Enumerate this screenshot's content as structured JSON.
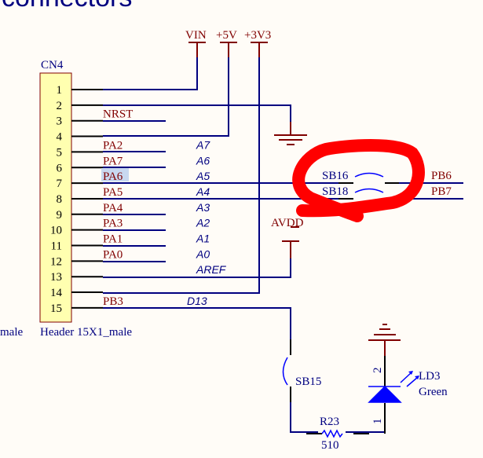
{
  "title": "connectors",
  "connector": {
    "ref": "CN4",
    "value": "Header 15X1_male",
    "left_cutoff_label": "male",
    "pins": [
      "1",
      "2",
      "3",
      "4",
      "5",
      "6",
      "7",
      "8",
      "9",
      "10",
      "11",
      "12",
      "13",
      "14",
      "15"
    ]
  },
  "power_nets": {
    "vin": "VIN",
    "v5": "+5V",
    "v3v3": "+3V3",
    "avdd": "AVDD"
  },
  "signals": [
    {
      "net": "NRST",
      "alias": ""
    },
    {
      "net": "PA2",
      "alias": "A7"
    },
    {
      "net": "PA7",
      "alias": "A6"
    },
    {
      "net": "PA6",
      "alias": "A5"
    },
    {
      "net": "PA5",
      "alias": "A4"
    },
    {
      "net": "PA4",
      "alias": "A3"
    },
    {
      "net": "PA3",
      "alias": "A2"
    },
    {
      "net": "PA1",
      "alias": "A1"
    },
    {
      "net": "PA0",
      "alias": "A0"
    },
    {
      "net": "",
      "alias": "AREF"
    },
    {
      "net": "PB3",
      "alias": "D13"
    }
  ],
  "solder_bridges": {
    "sb16": "SB16",
    "sb18": "SB18",
    "sb15": "SB15"
  },
  "right_nets": {
    "pb6": "PB6",
    "pb7": "PB7"
  },
  "resistor": {
    "ref": "R23",
    "value": "510"
  },
  "led": {
    "ref": "LD3",
    "value": "Green",
    "pin_anode": "2",
    "pin_cathode": "1"
  },
  "colors": {
    "wire": "#000080",
    "net_label": "#800000",
    "component": "#0000ff",
    "header_fill": "#ffffb0",
    "annotation": "#ff0000",
    "highlight": "#c8d8f0"
  }
}
